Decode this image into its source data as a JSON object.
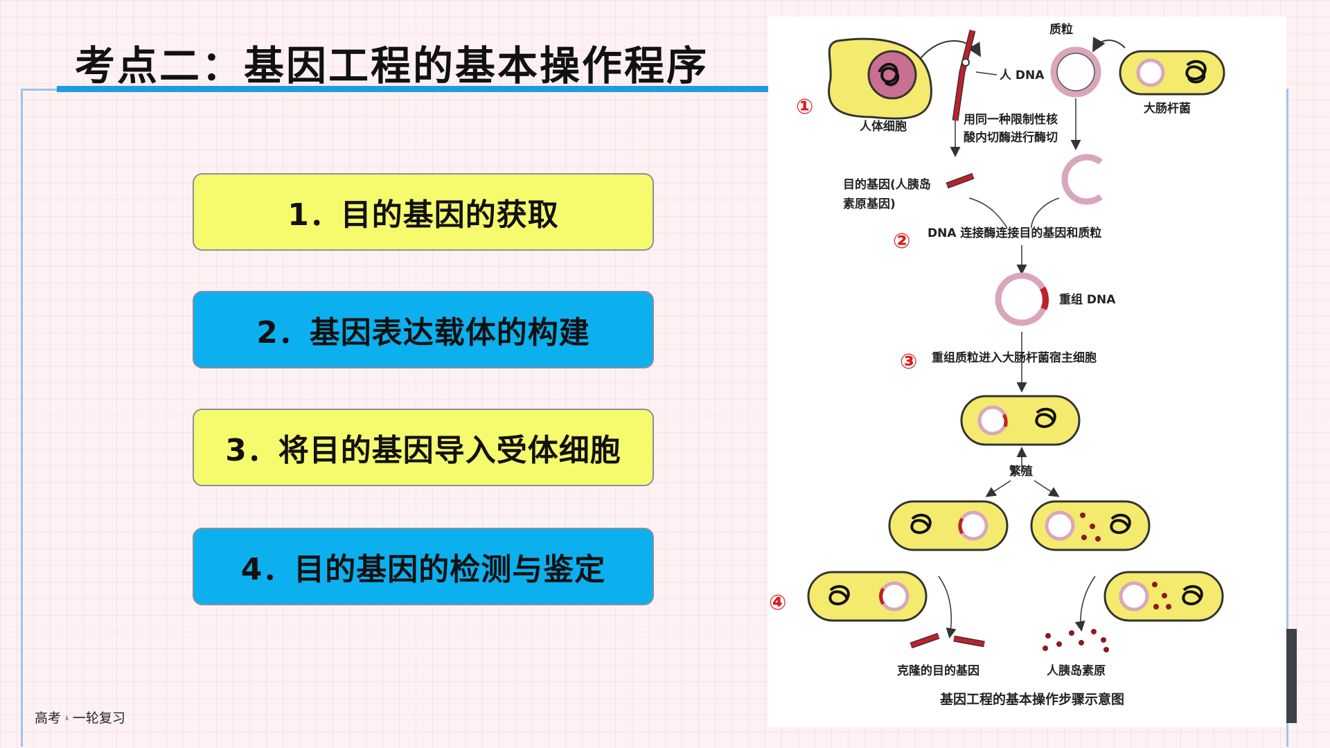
{
  "slide": {
    "title": "考点二：基因工程的基本操作程序",
    "footer_left": "高考",
    "footer_mark": "λ",
    "footer_right": "一轮复习"
  },
  "steps": [
    {
      "label": "1．目的基因的获取",
      "color": "#f6fb6d"
    },
    {
      "label": "2．基因表达载体的构建",
      "color": "#0cb0ee"
    },
    {
      "label": "3．将目的基因导入受体细胞",
      "color": "#f6fb6d"
    },
    {
      "label": "4．目的基因的检测与鉴定",
      "color": "#0cb0ee"
    }
  ],
  "diagram": {
    "markers": [
      "①",
      "②",
      "③",
      "④"
    ],
    "human_cell": "人体细胞",
    "human_dna": "人 DNA",
    "plasmid": "质粒",
    "ecoli": "大肠杆菌",
    "cut_line1": "用同一种限制性核",
    "cut_line2": "酸内切酶进行酶切",
    "gene_line1": "目的基因(人胰岛",
    "gene_line2": "素原基因)",
    "ligase": "DNA 连接酶连接目的基因和质粒",
    "recombinant": "重组 DNA",
    "transform": "重组质粒进入大肠杆菌宿主细胞",
    "reproduce": "繁殖",
    "cloned_gene": "克隆的目的基因",
    "proinsulin": "人胰岛素原",
    "caption": "基因工程的基本操作步骤示意图"
  },
  "colors": {
    "title_bar": "#1e9ce3",
    "frame": "#9ec3ea",
    "cell_fill": "#f3ea6e",
    "plasmid": "#d9a6bb",
    "gene": "#c0202a",
    "marker": "#e01818"
  }
}
